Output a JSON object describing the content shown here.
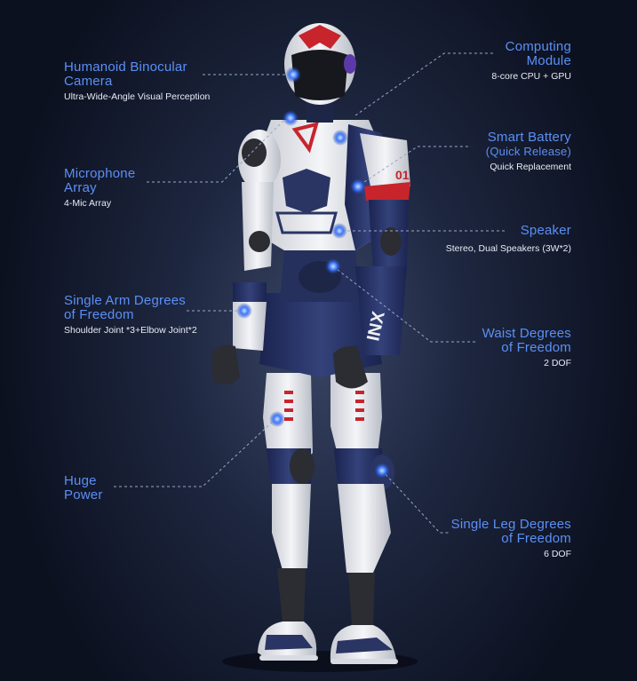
{
  "features": [
    {
      "id": "binocular-camera",
      "title_lines": [
        "Humanoid Binocular",
        "Camera"
      ],
      "subtitle": "Ultra-Wide-Angle Visual Perception",
      "side": "left"
    },
    {
      "id": "microphone-array",
      "title_lines": [
        "Microphone",
        "Array"
      ],
      "subtitle": "4-Mic Array",
      "side": "left"
    },
    {
      "id": "single-arm-dof",
      "title_lines": [
        "Single Arm Degrees",
        "of Freedom"
      ],
      "subtitle": "Shoulder Joint *3+Elbow Joint*2",
      "side": "left"
    },
    {
      "id": "huge-power",
      "title_lines": [
        "Huge",
        "Power"
      ],
      "subtitle": "",
      "side": "left"
    },
    {
      "id": "computing-module",
      "title_lines": [
        "Computing",
        "Module"
      ],
      "subtitle": "8-core CPU + GPU",
      "side": "right"
    },
    {
      "id": "smart-battery",
      "title_lines": [
        "Smart Battery",
        "(Quick Release)"
      ],
      "subtitle": "Quick Replacement",
      "side": "right"
    },
    {
      "id": "speaker",
      "title_lines": [
        "Speaker"
      ],
      "subtitle": "Stereo, Dual Speakers (3W*2)",
      "side": "right"
    },
    {
      "id": "waist-dof",
      "title_lines": [
        "Waist Degrees",
        "of Freedom"
      ],
      "subtitle": "2 DOF",
      "side": "right"
    },
    {
      "id": "single-leg-dof",
      "title_lines": [
        "Single Leg Degrees",
        "of Freedom"
      ],
      "subtitle": "6 DOF",
      "side": "right"
    }
  ],
  "robot": {
    "chest_number": "01",
    "arm_text": "INX"
  },
  "colors": {
    "accent": "#5b8ff6",
    "subtitle": "#e8ecf4",
    "navy": "#2a3563",
    "white": "#eef0f4",
    "red": "#c8242c",
    "dark": "#2b2d33",
    "dot": "#3f7bff"
  }
}
